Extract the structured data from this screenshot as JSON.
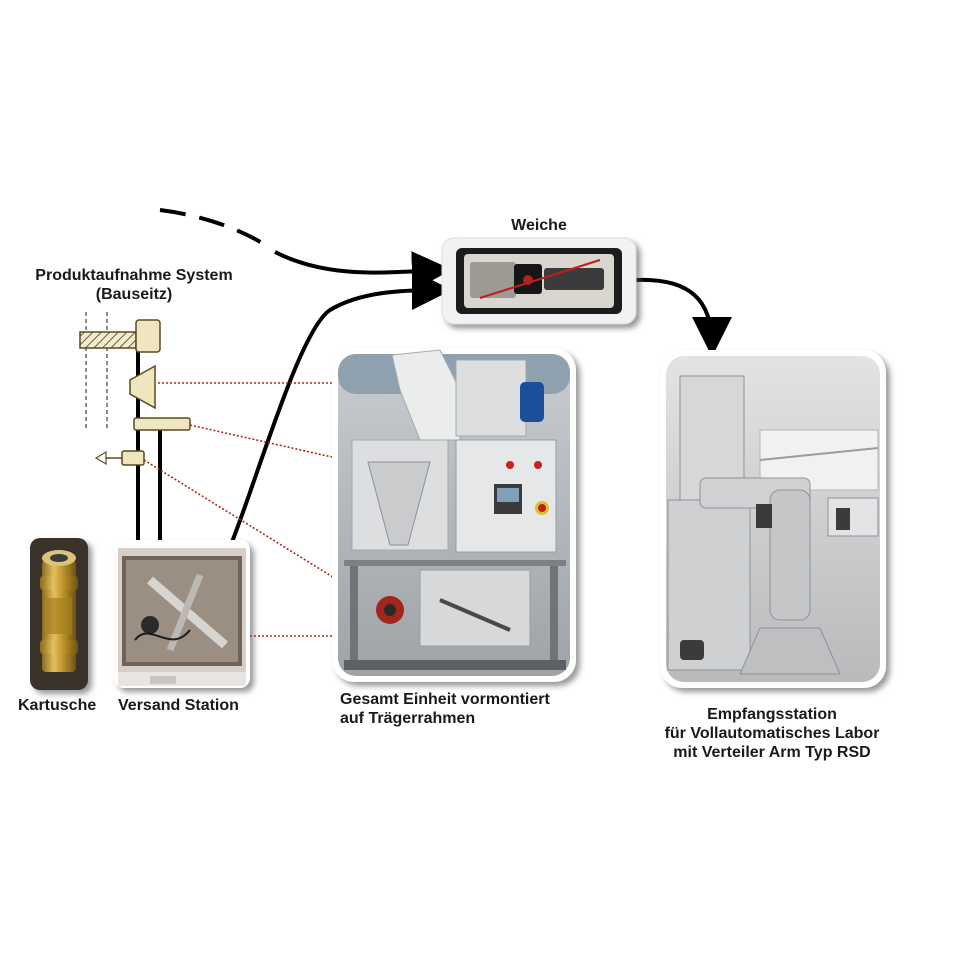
{
  "labels": {
    "weiche": "Weiche",
    "produktaufnahme_line1": "Produktaufnahme System",
    "produktaufnahme_line2": "(Bauseitz)",
    "kartusche": "Kartusche",
    "versand_station": "Versand Station",
    "gesamt_line1": "Gesamt Einheit vormontiert",
    "gesamt_line2": "auf Trägerrahmen",
    "empfang_line1": "Empfangsstation",
    "empfang_line2": "für Vollautomatisches Labor",
    "empfang_line3": "mit Verteiler Arm Typ RSD"
  },
  "colors": {
    "tube_line": "#000000",
    "dotted_leader": "#b0281e",
    "photo_border": "#ffffff",
    "shadow": "#7a7a7a",
    "text": "#1a1a1a"
  }
}
